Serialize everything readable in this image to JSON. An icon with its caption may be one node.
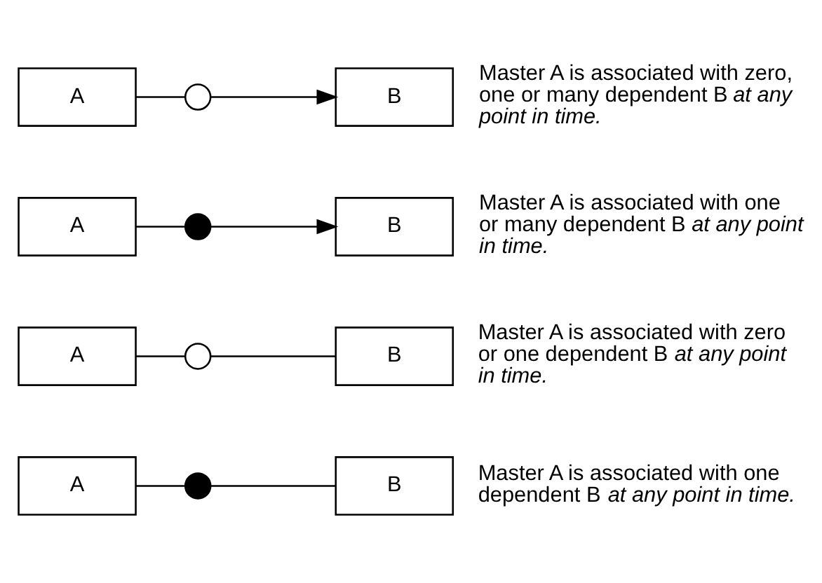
{
  "diagram": {
    "nodes": [
      {
        "text": [
          "A"
        ]
      },
      {
        "text": [],
        "shape": "circle"
      },
      {
        "text": [
          "B"
        ],
        "beside": [
          "Master A is associated with zero, one or many dependent B *at any point in time.*"
        ]
      },
      {
        "text": [
          "A"
        ]
      },
      {
        "text": [],
        "shape": "circle"
      },
      {
        "text": [
          "B"
        ],
        "beside": [
          "Master A is associated with one or many dependent B *at any point in time.*"
        ]
      },
      {
        "text": [
          "A"
        ]
      },
      {
        "text": [],
        "shape": "circle"
      },
      {
        "text": [
          "B"
        ],
        "beside": [
          "Master A is associated with zero or one dependent B *at any point in time.*"
        ]
      },
      {
        "text": [
          "A"
        ]
      },
      {
        "text": [],
        "shape": "circle"
      },
      {
        "text": [
          "B"
        ],
        "beside": [
          "Master A is associated with one dependent B *at any point in time.*"
        ]
      }
    ],
    "edges": [
      {
        "from": 0,
        "to": 1,
        "arrow": "none"
      },
      {
        "from": 1,
        "to": 2,
        "arrow": "to"
      },
      {
        "from": 3,
        "to": 4,
        "arrow": "none"
      },
      {
        "from": 4,
        "to": 5,
        "arrow": "to"
      },
      {
        "from": 6,
        "to": 7,
        "arrow": "none"
      },
      {
        "from": 7,
        "to": 8,
        "arrow": "none"
      },
      {
        "from": 9,
        "to": 10,
        "arrow": "none"
      },
      {
        "from": 10,
        "to": 11,
        "arrow": "none"
      }
    ]
  }
}
